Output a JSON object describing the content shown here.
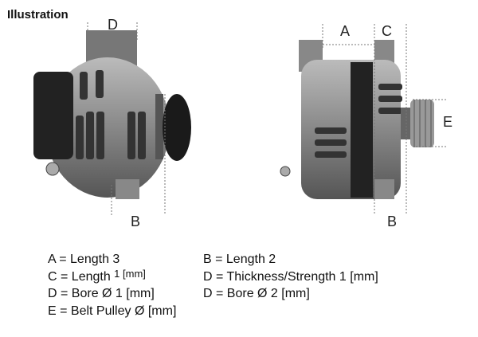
{
  "title": "Illustration",
  "dimension_labels": {
    "left": {
      "top": "D",
      "bottom": "B"
    },
    "right": {
      "top_left": "A",
      "top_right": "C",
      "side": "E",
      "bottom": "B"
    }
  },
  "legend": {
    "col1": [
      {
        "text": "A = Length 3"
      },
      {
        "text": "C = Length ",
        "sup": "1 [mm]"
      },
      {
        "text": "D = Bore Ø 1 [mm]"
      },
      {
        "text": "E = Belt Pulley Ø [mm]"
      }
    ],
    "col2": [
      {
        "text": "B = Length 2"
      },
      {
        "text": "D = Thickness/Strength 1 [mm]"
      },
      {
        "text": "D = Bore Ø 2 [mm]"
      }
    ]
  }
}
